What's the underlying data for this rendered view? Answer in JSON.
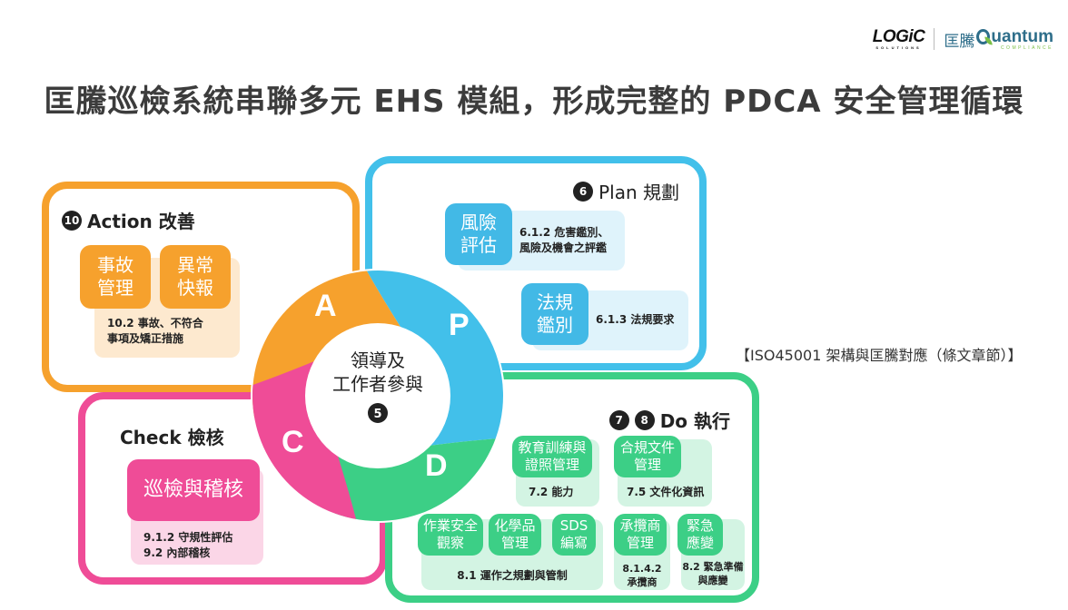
{
  "logos": {
    "logic_main": "LOGiC",
    "logic_sub": "SOLUTIONS",
    "quantum_cn": "匡騰",
    "quantum_en": "uantum",
    "quantum_sub": "COMPLIANCE"
  },
  "title": "匡騰巡檢系統串聯多元 EHS 模組，形成完整的 PDCA 安全管理循環",
  "side_caption": "【ISO45001 架構與匡騰對應（條文章節）】",
  "colors": {
    "action": "#f6a12d",
    "plan": "#42c0ea",
    "check": "#ef4c97",
    "do": "#3ccf86"
  },
  "cycle": {
    "center_line1": "領導及",
    "center_line2": "工作者參與",
    "center_badge": "5",
    "letters": {
      "plan": "P",
      "do": "D",
      "check": "C",
      "action": "A"
    }
  },
  "action": {
    "badge": "10",
    "heading": "Action 改善",
    "modules": [
      {
        "line1": "事故",
        "line2": "管理"
      },
      {
        "line1": "異常",
        "line2": "快報"
      }
    ],
    "clause_line1": "10.2 事故、不符合",
    "clause_line2": "事項及矯正措施"
  },
  "plan": {
    "badge": "6",
    "heading": "Plan 規劃",
    "modules": [
      {
        "line1": "風險",
        "line2": "評估",
        "clause_line1": "6.1.2 危害鑑別、",
        "clause_line2": "風險及機會之評鑑"
      },
      {
        "line1": "法規",
        "line2": "鑑別",
        "clause_line1": "6.1.3 法規要求",
        "clause_line2": ""
      }
    ]
  },
  "check": {
    "heading": "Check 檢核",
    "module": "巡檢與稽核",
    "clause_line1": "9.1.2 守規性評估",
    "clause_line2": "9.2 內部稽核"
  },
  "do": {
    "badges": [
      "7",
      "8"
    ],
    "heading": "Do 執行",
    "modules": [
      {
        "line1": "教育訓練與",
        "line2": "證照管理"
      },
      {
        "line1": "合規文件",
        "line2": "管理"
      },
      {
        "line1": "作業安全",
        "line2": "觀察"
      },
      {
        "line1": "化學品",
        "line2": "管理"
      },
      {
        "line1": "SDS",
        "line2": "編寫"
      },
      {
        "line1": "承攬商",
        "line2": "管理"
      },
      {
        "line1": "緊急",
        "line2": "應變"
      }
    ],
    "clauses": {
      "competence": "7.2 能力",
      "documented": "7.5 文件化資訊",
      "operation": "8.1 運作之規劃與管制",
      "contractor_line1": "8.1.4.2",
      "contractor_line2": "承攬商",
      "emergency_line1": "8.2 緊急準備",
      "emergency_line2": "與應變"
    }
  }
}
